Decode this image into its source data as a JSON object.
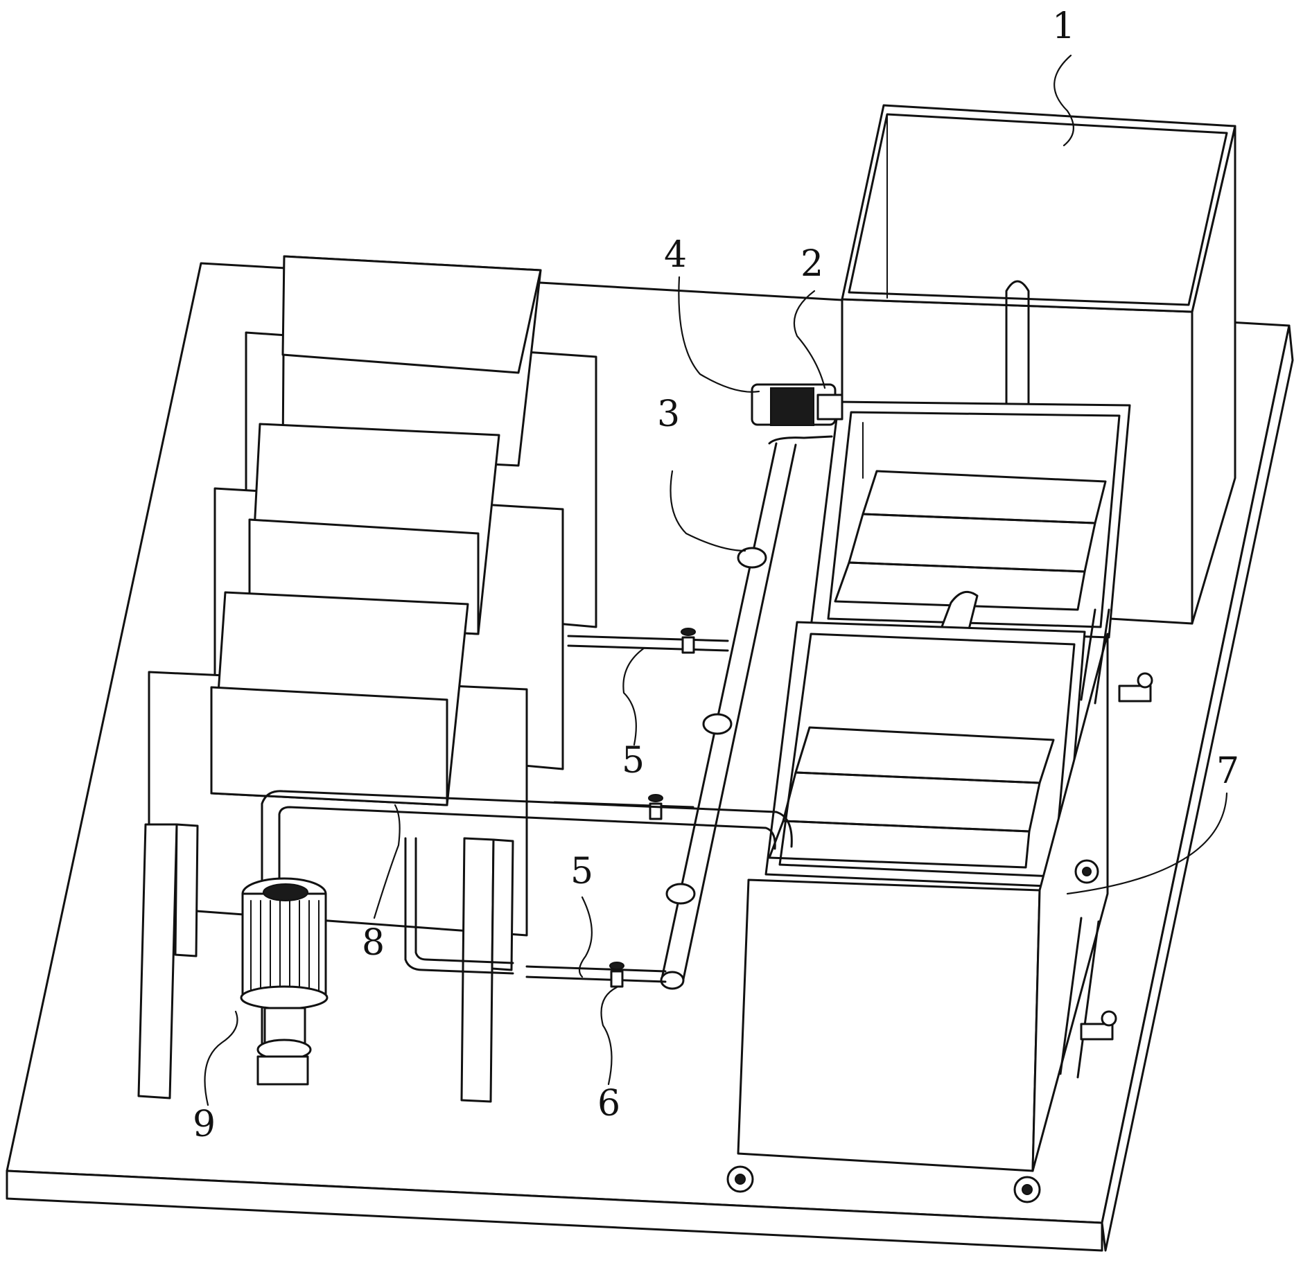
{
  "colors": {
    "line": "#111111",
    "background": "#ffffff"
  },
  "callouts": [
    {
      "id": "1",
      "text": "1"
    },
    {
      "id": "2",
      "text": "2"
    },
    {
      "id": "3",
      "text": "3"
    },
    {
      "id": "4",
      "text": "4"
    },
    {
      "id": "5a",
      "text": "5"
    },
    {
      "id": "5b",
      "text": "5"
    },
    {
      "id": "6",
      "text": "6"
    },
    {
      "id": "7",
      "text": "7"
    },
    {
      "id": "8",
      "text": "8"
    },
    {
      "id": "9",
      "text": "9"
    }
  ]
}
